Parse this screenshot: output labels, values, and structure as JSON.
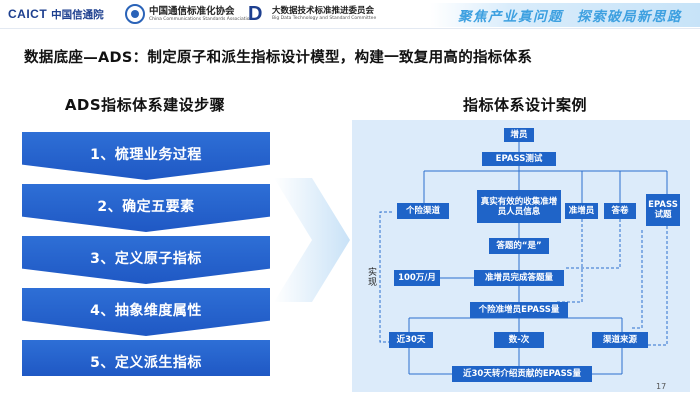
{
  "header": {
    "caict_word": "CAICT",
    "caict_cn": "中国信通院",
    "ccsa_cn": "中国通信标准化协会",
    "ccsa_en": "China Communications Standards Association",
    "bdc_mark": "D",
    "bdc_cn": "大数据技术标准推进委员会",
    "bdc_en": "Big Data Technology and Standard Committee",
    "slogan_1": "聚焦产业真问题",
    "slogan_2": "探索破局新思路"
  },
  "title": "数据底座—ADS：制定原子和派生指标设计模型，构建一致复用高的指标体系",
  "left": {
    "heading": "ADS指标体系建设步骤",
    "steps": [
      "1、梳理业务过程",
      "2、确定五要素",
      "3、定义原子指标",
      "4、抽象维度属性",
      "5、定义派生指标"
    ]
  },
  "right": {
    "heading": "指标体系设计案例",
    "nodes": {
      "zengyuan": "增员",
      "epass_test": "EPASS测试",
      "geixian": "个险渠道",
      "real_info": "真实有效的收集准增员人员信息",
      "zhunzengyuan": "准增员",
      "dajuan": "答卷",
      "epass_exam": "EPASS试题",
      "answer": "答题的“是”",
      "amount": "100万/月",
      "completed": "准增员完成答题量",
      "geixian_epass": "个险准增员EPASS量",
      "last30": "近30天",
      "count": "数-次",
      "channel_source": "渠道来源",
      "result": "近30天转介绍贡献的EPASS量",
      "side_label": "实现"
    }
  },
  "page_number": "17",
  "colors": {
    "primary_blue": "#1f64c8",
    "slogan_blue": "#3da0e0",
    "diagram_bg": "#dcebfa"
  }
}
